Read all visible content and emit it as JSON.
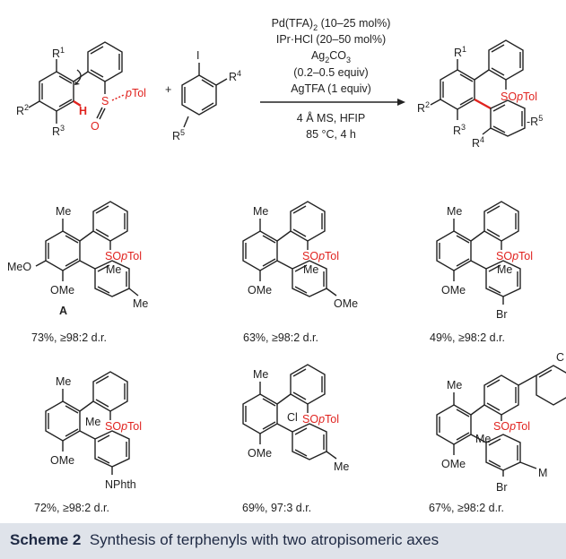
{
  "reaction": {
    "conditions": [
      "Pd(TFA)",
      "IPr·HCl (20–50 mol%)",
      "Ag",
      "(0.2–0.5 equiv)",
      "AgTFA (1 equiv)"
    ],
    "cond_pd_pre": "Pd(TFA)",
    "cond_pd_sub": "2",
    "cond_pd_post": " (10–25 mol%)",
    "cond_ipr": "IPr·HCl (20–50 mol%)",
    "cond_ag_pre": "Ag",
    "cond_ag_sub1": "2",
    "cond_ag_mid": "CO",
    "cond_ag_sub2": "3",
    "cond_equiv": "(0.2–0.5 equiv)",
    "cond_agtfa": "AgTFA (1 equiv)",
    "below_1": "4 Å MS, HFIP",
    "below_2": "85 °C, 4 h",
    "plus": "+",
    "r1": "R",
    "r1_sup": "1",
    "r2": "R",
    "r2_sup": "2",
    "r3": "R",
    "r3_sup": "3",
    "r4": "R",
    "r4_sup": "4",
    "r5": "R",
    "r5_sup": "5",
    "h_label": "H",
    "s_label": "S",
    "o_label": "O",
    "ptol_label": "pTol",
    "iodo_label": "I",
    "product_so": "SO",
    "product_ptol": "pTol",
    "product_minus_r5": "-R"
  },
  "products": [
    {
      "me": "Me",
      "so": "SO",
      "ptol": "pTol",
      "sub1": "MeO",
      "sub2": "OMe",
      "ortho": "Me",
      "para": "Me",
      "label": "A",
      "yield": "73%, ≥98:2  d.r."
    },
    {
      "me": "Me",
      "so": "SO",
      "ptol": "pTol",
      "sub2": "OMe",
      "ortho": "Me",
      "para": "OMe",
      "yield": "63%, ≥98:2 d.r."
    },
    {
      "me": "Me",
      "so": "SO",
      "ptol": "pTol",
      "sub2": "OMe",
      "ortho": "Me",
      "para": "Br",
      "yield": "49%, ≥98:2 d.r."
    },
    {
      "me": "Me",
      "so": "SO",
      "ptol": "pTol",
      "sub2": "OMe",
      "ortho": "Me",
      "para": "NPhth",
      "yield": "72%, ≥98:2 d.r."
    },
    {
      "me": "Me",
      "so": "SO",
      "ptol": "pTol",
      "sub2": "OMe",
      "ortho": "Cl",
      "para": "Me",
      "yield": "69%, 97:3 d.r."
    },
    {
      "me": "Me",
      "so": "SO",
      "ptol": "pTol",
      "sub2": "OMe",
      "ortho": "Me",
      "para": "Br",
      "extra": "C",
      "extra2": "M",
      "yield": "67%, ≥98:2 d.r."
    }
  ],
  "caption": {
    "label": "Scheme 2",
    "text": "Synthesis of terphenyls with two atropisomeric axes"
  },
  "colors": {
    "accent_red": "#e0231f",
    "caption_bg": "#dfe3ea",
    "caption_text": "#1f2a44"
  }
}
